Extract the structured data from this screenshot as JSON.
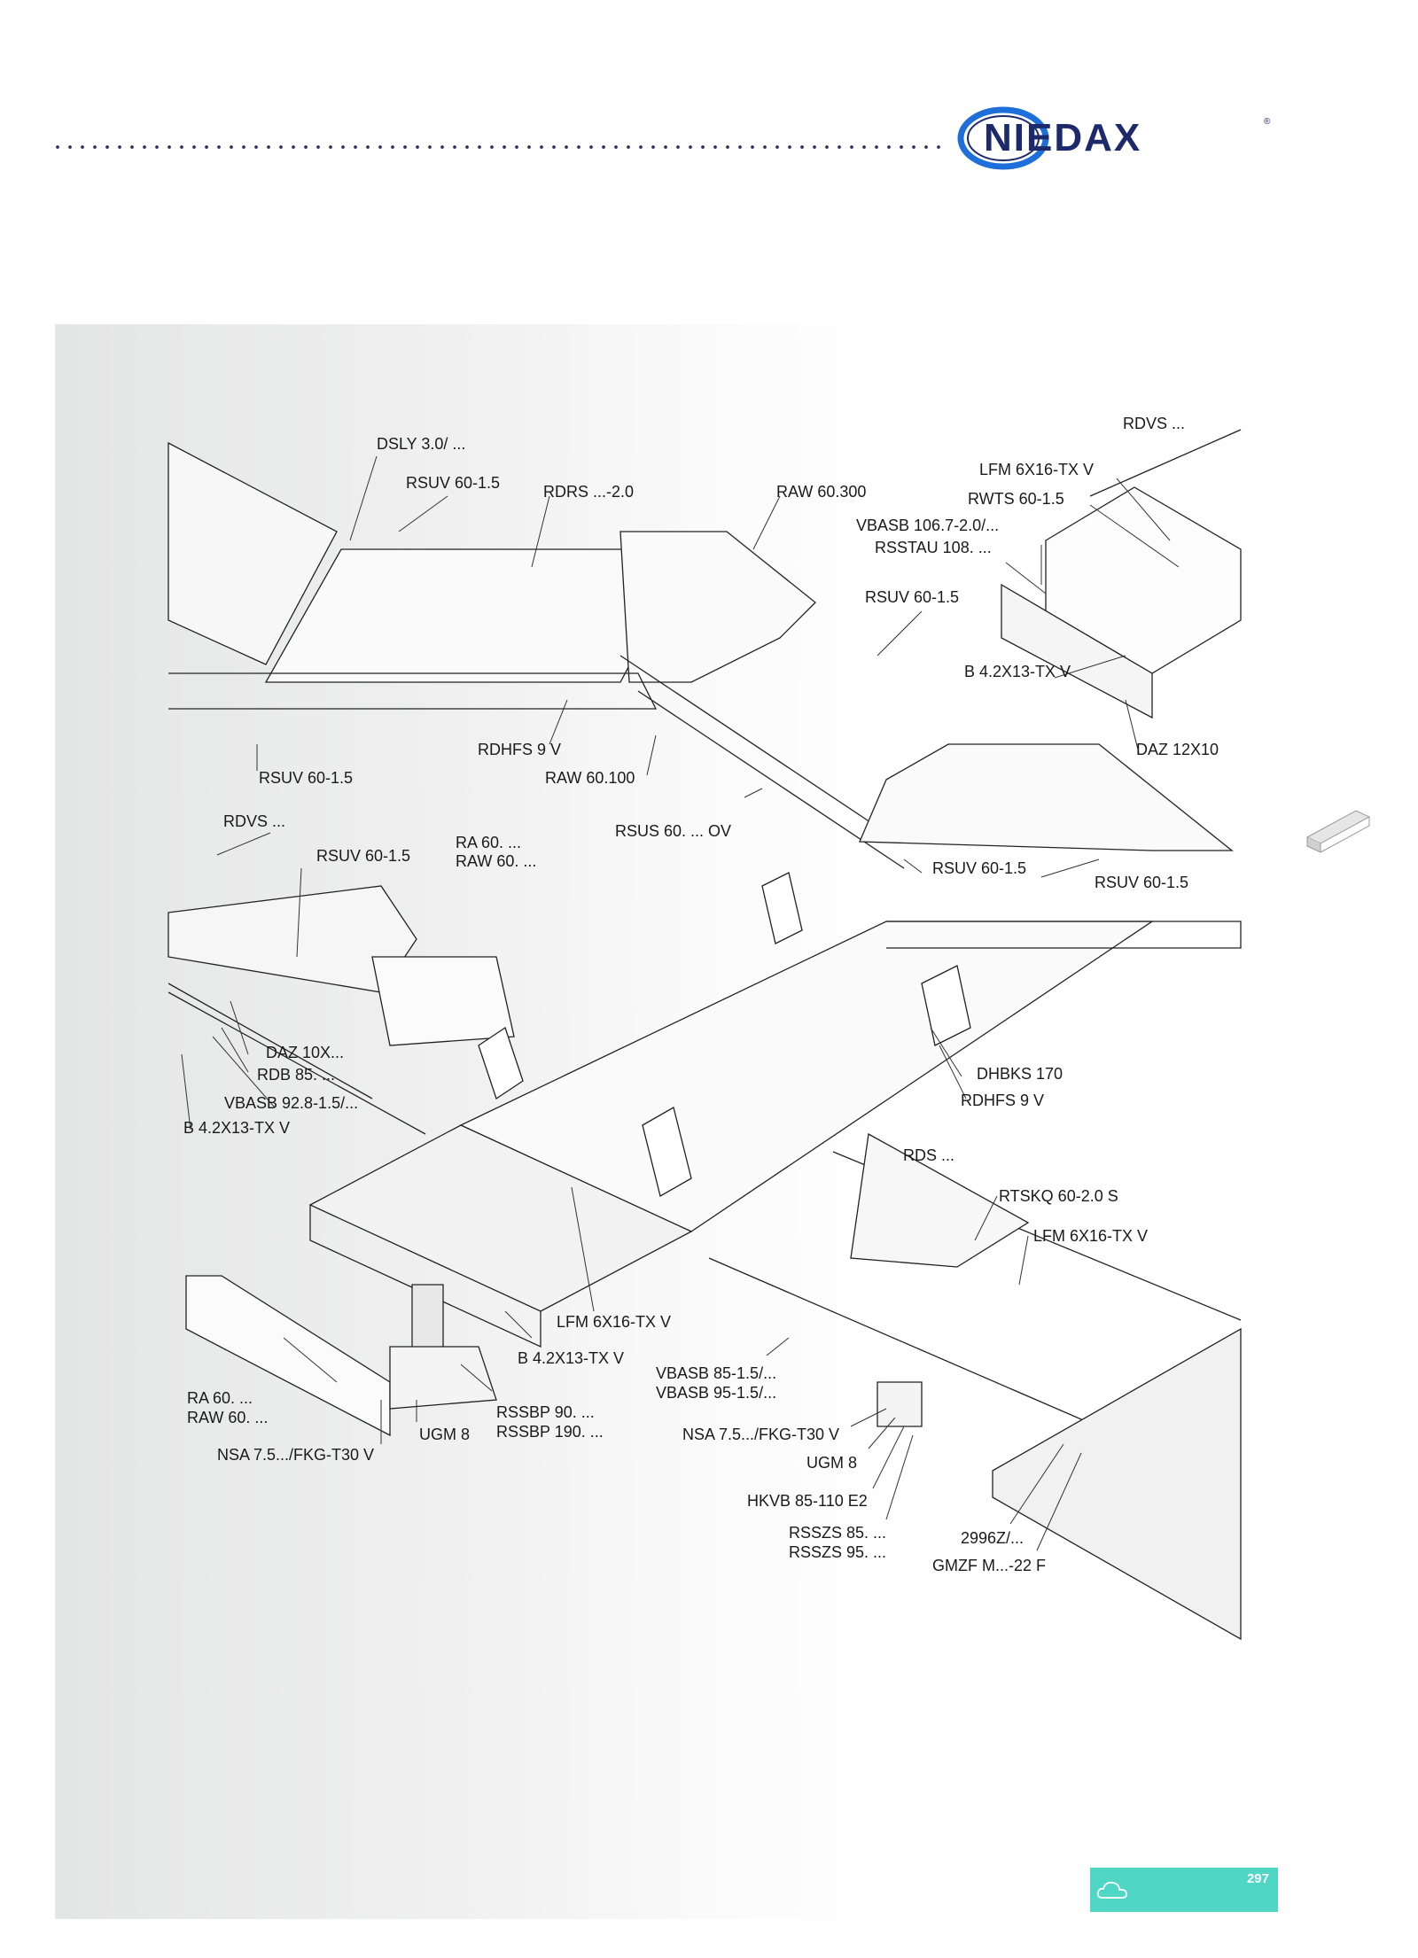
{
  "header": {
    "logo_text": "NIEDAX",
    "registered_mark": "®"
  },
  "drawing": {
    "labels": [
      {
        "id": "rdvs_top",
        "text": "RDVS ..."
      },
      {
        "id": "dsly",
        "text": "DSLY 3.0/ ..."
      },
      {
        "id": "rsuv_a",
        "text": "RSUV 60-1.5"
      },
      {
        "id": "rdrs",
        "text": "RDRS ...-2.0"
      },
      {
        "id": "raw_60300",
        "text": "RAW 60.300"
      },
      {
        "id": "lfm_a",
        "text": "LFM 6X16-TX V"
      },
      {
        "id": "rwts",
        "text": "RWTS 60-1.5"
      },
      {
        "id": "vbasb_106",
        "text": "VBASB 106.7-2.0/..."
      },
      {
        "id": "rsstau",
        "text": "RSSTAU 108. ..."
      },
      {
        "id": "rsuv_b",
        "text": "RSUV 60-1.5"
      },
      {
        "id": "b42_a",
        "text": "B 4.2X13-TX V"
      },
      {
        "id": "daz_12",
        "text": "DAZ 12X10"
      },
      {
        "id": "rdhfs_a",
        "text": "RDHFS 9 V"
      },
      {
        "id": "rsuv_c",
        "text": "RSUV 60-1.5"
      },
      {
        "id": "raw_60100",
        "text": "RAW 60.100"
      },
      {
        "id": "rdvs_mid",
        "text": "RDVS ..."
      },
      {
        "id": "rsus",
        "text": "RSUS 60. ... OV"
      },
      {
        "id": "ra60_a",
        "text": "RA 60. ..."
      },
      {
        "id": "raw60_a",
        "text": "RAW 60. ..."
      },
      {
        "id": "rsuv_d",
        "text": "RSUV 60-1.5"
      },
      {
        "id": "rsuv_e",
        "text": "RSUV 60-1.5"
      },
      {
        "id": "rsuv_f",
        "text": "RSUV 60-1.5"
      },
      {
        "id": "daz_10",
        "text": "DAZ 10X..."
      },
      {
        "id": "rdb",
        "text": "RDB 85. ..."
      },
      {
        "id": "vbasb_92",
        "text": "VBASB 92.8-1.5/..."
      },
      {
        "id": "b42_b",
        "text": "B 4.2X13-TX V"
      },
      {
        "id": "dhbks",
        "text": "DHBKS 170"
      },
      {
        "id": "rdhfs_b",
        "text": "RDHFS 9 V"
      },
      {
        "id": "rds",
        "text": "RDS ..."
      },
      {
        "id": "rtskq",
        "text": "RTSKQ 60-2.0 S"
      },
      {
        "id": "lfm_b",
        "text": "LFM 6X16-TX V"
      },
      {
        "id": "lfm_c",
        "text": "LFM 6X16-TX V"
      },
      {
        "id": "b42_c",
        "text": "B 4.2X13-TX V"
      },
      {
        "id": "vbasb_85",
        "text": "VBASB 85-1.5/..."
      },
      {
        "id": "vbasb_95",
        "text": "VBASB 95-1.5/..."
      },
      {
        "id": "ra60_b",
        "text": "RA 60. ..."
      },
      {
        "id": "raw60_b",
        "text": "RAW 60. ..."
      },
      {
        "id": "rssbp_90",
        "text": "RSSBP 90. ..."
      },
      {
        "id": "rssbp_190",
        "text": "RSSBP 190. ..."
      },
      {
        "id": "ugm_a",
        "text": "UGM 8"
      },
      {
        "id": "nsa_a",
        "text": "NSA 7.5.../FKG-T30 V"
      },
      {
        "id": "nsa_b",
        "text": "NSA 7.5.../FKG-T30 V"
      },
      {
        "id": "ugm_b",
        "text": "UGM 8"
      },
      {
        "id": "hkvb",
        "text": "HKVB 85-110 E2"
      },
      {
        "id": "rsszs_85",
        "text": "RSSZS 85. ..."
      },
      {
        "id": "rsszs_95",
        "text": "RSSZS 95. ..."
      },
      {
        "id": "z2996",
        "text": "2996Z/..."
      },
      {
        "id": "gmzf",
        "text": "GMZF M...-22 F"
      }
    ]
  },
  "footer": {
    "page_number": "297",
    "icon": "cloud-icon",
    "accent_color": "#4fd6c4"
  },
  "colors": {
    "logo_navy": "#1c2a6b",
    "logo_blue_ring": "#1e6fd9"
  }
}
